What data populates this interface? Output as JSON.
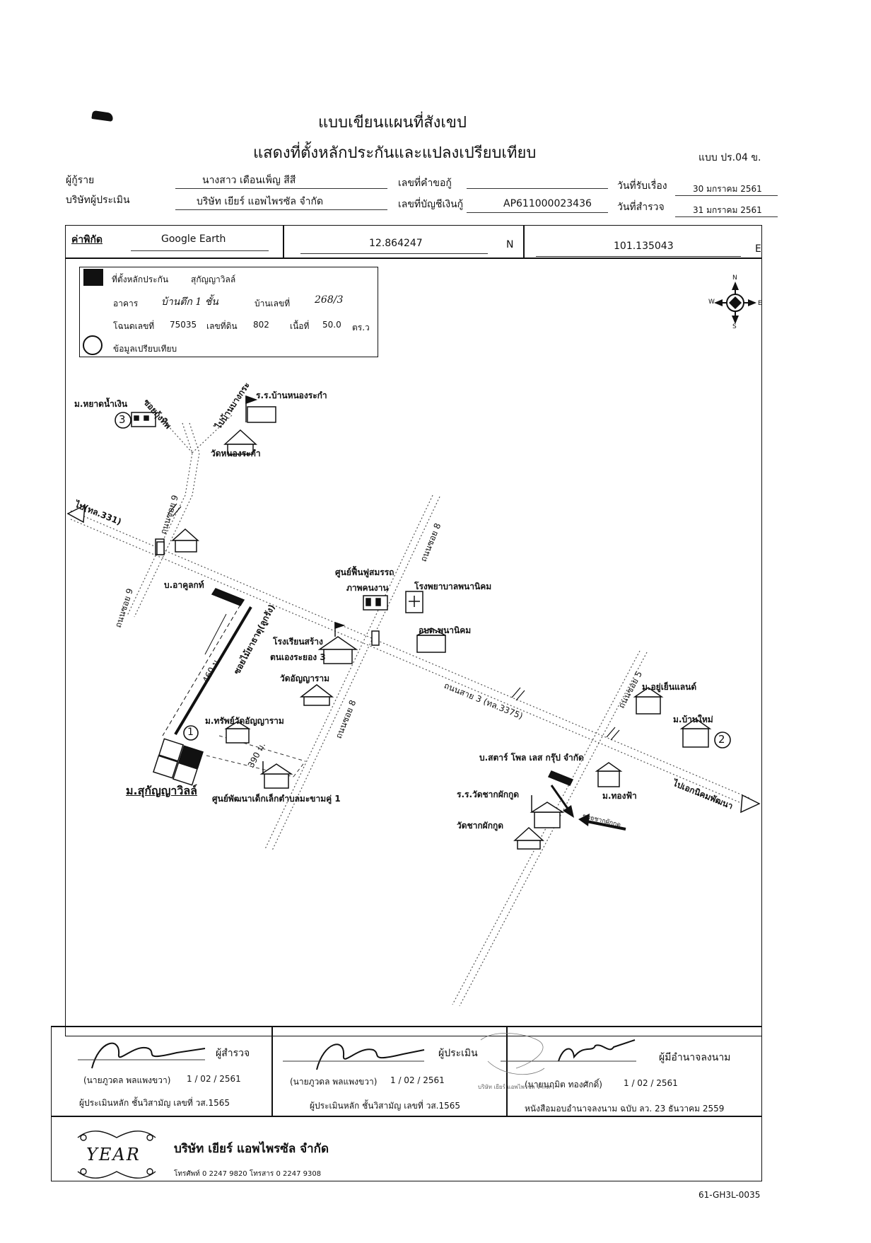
{
  "header": {
    "title1": "แบบเขียนแผนที่สังเขป",
    "title2": "แสดงที่ตั้งหลักประกันและแปลงเปรียบเทียบ",
    "form_code": "แบบ ปร.04 ข."
  },
  "info": {
    "borrower_label": "ผู้กู้ราย",
    "borrower_value": "นางสาว เดือนเพ็ญ สีสี",
    "request_no_label": "เลขที่คำขอกู้",
    "received_date_label": "วันที่รับเรื่อง",
    "received_date_value": "30 มกราคม 2561",
    "appraiser_co_label": "บริษัทผู้ประเมิน",
    "appraiser_co_value": "บริษัท เยียร์ แอพไพรซัล จำกัด",
    "loan_account_label": "เลขที่บัญชีเงินกู้",
    "loan_account_value": "AP611000023436",
    "survey_date_label": "วันที่สำรวจ",
    "survey_date_value": "31 มกราคม 2561"
  },
  "coords": {
    "label": "ค่าพิกัด",
    "source": "Google Earth",
    "lat": "12.864247",
    "lat_dir": "N",
    "lon": "101.135043",
    "lon_dir": "E"
  },
  "legend": {
    "collateral_label": "ที่ตั้งหลักประกัน",
    "collateral_value": "สุกัญญาวิลล์",
    "building_label": "อาคาร",
    "building_value": "บ้านตึก 1 ชั้น",
    "house_no_label": "บ้านเลขที่",
    "house_no_value": "268/3",
    "deed_label": "โฉนดเลขที่",
    "deed_value": "75035",
    "land_no_label": "เลขที่ดิน",
    "land_no_value": "802",
    "area_label": "เนื้อที่",
    "area_value": "50.0",
    "area_unit": "ตร.ว",
    "compare_label": "ข้อมูลเปรียบเทียบ"
  },
  "compass": {
    "n": "N",
    "s": "S",
    "e": "E",
    "w": "W"
  },
  "map_labels": {
    "village_hathannamngoen": "ม.หยาดน้ำเงิน",
    "soi_kungthap": "ซอยกุ้งทิพ",
    "to_banbangkrang": "ไปบ้านบางกระ",
    "school_nongrakam": "ร.ร.บ้านหนองระกำ",
    "wat_nongrakam": "วัดหนองระกำ",
    "road_soi9_a": "ถนนซอย 9",
    "road_soi9_b": "ถนนซอย 9",
    "road_soi8_a": "ถนนซอย 8",
    "road_soi8_b": "ถนนซอย 8",
    "road_soi5": "ถนนซอย 5",
    "to_331": "ไป(ทล.331)",
    "rehab_center_1": "ศูนย์ฟื้นฟูสมรรถ",
    "rehab_center_2": "ภาพคนงาน",
    "hospital": "โรงพยาบาลพนานิคม",
    "ban_athakrit": "บ.อาคูลกท์",
    "soi_maiyathat": "ซอยไม้ยาธาตุ(ลูกรัง)",
    "school_selfbuild_1": "โรงเรียนสร้าง",
    "school_selfbuild_2": "ตนเองระยอง 3",
    "obt_phananikhom": "อบต.พนานิคม",
    "wat_anyaram": "วัดอัญญาราม",
    "main_road": "ถนนสาย 3 (ทล.3375)",
    "village_yuenland": "ม.อยู่เย็นแลนด์",
    "village_bannmai": "ม.บ้านใหม่",
    "village_sap_wat": "ม.ทรัพย์วัดอัญญาราม",
    "dist_460": "460 ม.",
    "dist_390": "390 ม.",
    "star_steel": "บ.สตาร์ โพล เลส กรุ๊ป จำกัด",
    "village_thongfa": "ม.ทองฟ้า",
    "school_watchakphakkut": "ร.ร.วัดชากผักกูด",
    "wat_chakphakkut": "วัดชากผักกูด",
    "soi_chakphakkut": "ซอยชากผักกูด",
    "collateral_name": "ม.สุกัญญาวิลล์",
    "child_center": "ศูนย์พัฒนาเด็กเล็กตำบลมะขามคู่ 1",
    "to_estate": "ไปเอกนิคมพัฒนา",
    "marker1": "1",
    "marker2": "2",
    "marker3": "3"
  },
  "signatures": {
    "surveyor_role": "ผู้สำรวจ",
    "surveyor_name": "(นายภูวดล พลแพงขวา)",
    "surveyor_date": "1 / 02 / 2561",
    "surveyor_title": "ผู้ประเมินหลัก ชั้นวิสามัญ เลขที่ วส.1565",
    "appraiser_role": "ผู้ประเมิน",
    "appraiser_name": "(นายภูวดล พลแพงขวา)",
    "appraiser_date": "1 / 02 / 2561",
    "appraiser_title": "ผู้ประเมินหลัก ชั้นวิสามัญ เลขที่ วส.1565",
    "authority_role": "ผู้มีอำนาจลงนาม",
    "authority_name": "(นายนฤมิต ทองศักดิ์)",
    "authority_date": "1 / 02 / 2561",
    "authority_note": "หนังสือมอบอำนาจลงนาม ฉบับ ลว. 23 ธันวาคม 2559",
    "stamp_text": "บริษัท เยียร์ แอพไพรซัล จำกัด"
  },
  "footer": {
    "logo_text": "YEAR",
    "company": "บริษัท เยียร์ แอพไพรซัล จำกัด",
    "contact": "โทรศัพท์ 0 2247 9820 โทรสาร 0 2247 9308",
    "doc_code": "61-GH3L-0035"
  }
}
